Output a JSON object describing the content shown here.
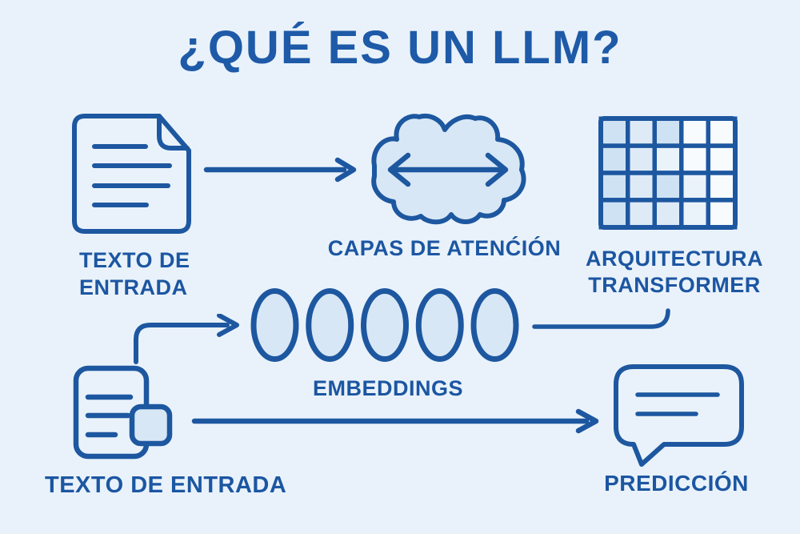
{
  "title": "¿QUÉ ES UN LLM?",
  "colors": {
    "background": "#e9f2fa",
    "stroke": "#1d57a0",
    "text": "#1c56a2",
    "title": "#1e5aa8",
    "fill_light": "#d8e7f5"
  },
  "icons": {
    "input_top": "document-icon",
    "attention": "attention-cloud-icon",
    "attention_inner": "bidirectional-arrow-icon",
    "transformer": "transformer-grid-icon",
    "embeddings": "embedding-ovals-icon",
    "input_bottom": "document-copy-icon",
    "prediction": "speech-bubble-icon"
  },
  "nodes": {
    "input_doc_top": {
      "lines": [
        "TEXTO DE",
        "ENTRADA"
      ]
    },
    "attention": {
      "label": "CAPAS DE ATENĆIÓN"
    },
    "transformer": {
      "lines": [
        "ARQUITECTURA",
        "TRANSFORMER"
      ],
      "grid": {
        "rows": 4,
        "cols": 5,
        "shading": [
          [
            3,
            2,
            3,
            0,
            0
          ],
          [
            3,
            2,
            1,
            0,
            0
          ],
          [
            3,
            2,
            3,
            1,
            0
          ],
          [
            3,
            2,
            2,
            1,
            0
          ]
        ],
        "shade_colors": {
          "0": "#f7fbfe",
          "1": "#eaf2fa",
          "2": "#dfeaf7",
          "3": "#cfe2f3"
        }
      }
    },
    "embeddings": {
      "label": "EMBEDDINGS",
      "count": 5
    },
    "input_doc_bottom": {
      "label": "TEXTO DE ENTRADA"
    },
    "prediction": {
      "label": "PREDICCIÓN"
    }
  }
}
